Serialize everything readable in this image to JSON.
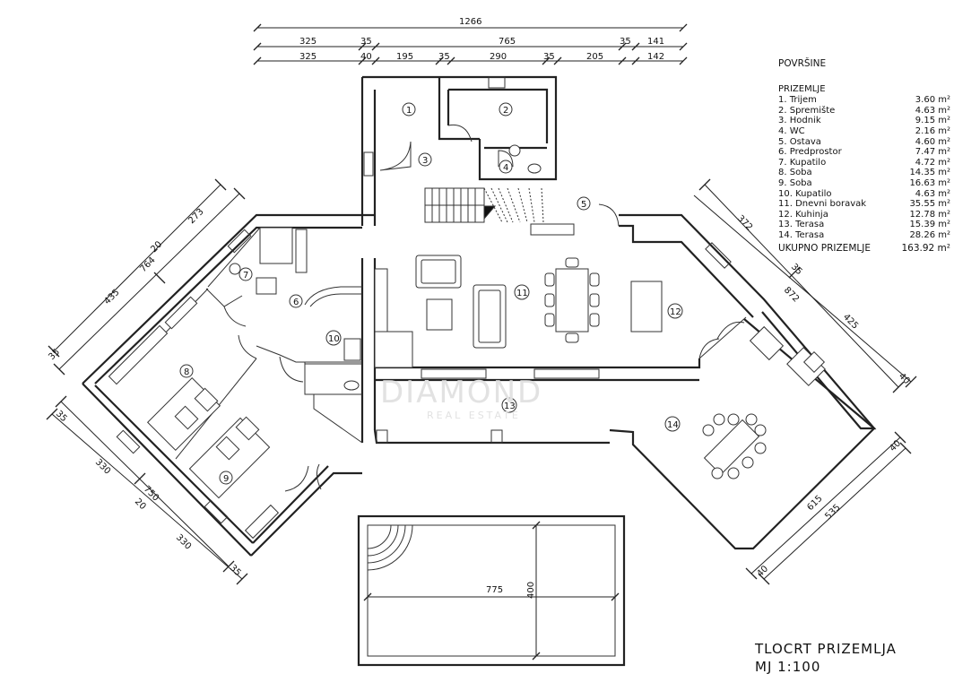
{
  "dimensions": {
    "overall": "1266",
    "row1": [
      "325",
      "35",
      "765",
      "35",
      "141"
    ],
    "row2": [
      "325",
      "40",
      "195",
      "35",
      "290",
      "35",
      "205",
      "142"
    ],
    "left_outer": [
      "435",
      "764",
      "273"
    ],
    "left_inner": [
      "35",
      "20"
    ],
    "left_lower_outer": [
      "330",
      "750",
      "330"
    ],
    "left_lower_inner": [
      "35",
      "20",
      "35"
    ],
    "right_upper": [
      "372",
      "872",
      "425"
    ],
    "right_upper_inner": [
      "35",
      "40"
    ],
    "right_lower": [
      "615",
      "535"
    ],
    "right_lower_inner": [
      "40",
      "40"
    ],
    "pool_width": "775",
    "pool_height": "400"
  },
  "room_numbers": [
    "1",
    "2",
    "3",
    "4",
    "5",
    "6",
    "7",
    "8",
    "9",
    "10",
    "11",
    "12",
    "13",
    "14"
  ],
  "legend": {
    "title": "POVRŠINE",
    "subtitle": "PRIZEMLJE",
    "rooms": [
      {
        "label": "1. Trijem",
        "area": "3.60 m²"
      },
      {
        "label": "2. Spremište",
        "area": "4.63 m²"
      },
      {
        "label": "3. Hodnik",
        "area": "9.15 m²"
      },
      {
        "label": "4. WC",
        "area": "2.16 m²"
      },
      {
        "label": "5. Ostava",
        "area": "4.60 m²"
      },
      {
        "label": "6. Predprostor",
        "area": "7.47 m²"
      },
      {
        "label": "7. Kupatilo",
        "area": "4.72 m²"
      },
      {
        "label": "8. Soba",
        "area": "14.35 m²"
      },
      {
        "label": "9. Soba",
        "area": "16.63 m²"
      },
      {
        "label": "10. Kupatilo",
        "area": "4.63 m²"
      },
      {
        "label": "11. Dnevni boravak",
        "area": "35.55 m²"
      },
      {
        "label": "12. Kuhinja",
        "area": "12.78 m²"
      },
      {
        "label": "13. Terasa",
        "area": "15.39 m²"
      },
      {
        "label": "14. Terasa",
        "area": "28.26 m²"
      }
    ],
    "total_label": "UKUPNO PRIZEMLJE",
    "total_value": "163.92 m²"
  },
  "caption": {
    "line1": "TLOCRT PRIZEMLJA",
    "line2": "MJ  1:100"
  },
  "watermark": {
    "line1": "DIAMOND",
    "line2": "REAL ESTATE"
  }
}
